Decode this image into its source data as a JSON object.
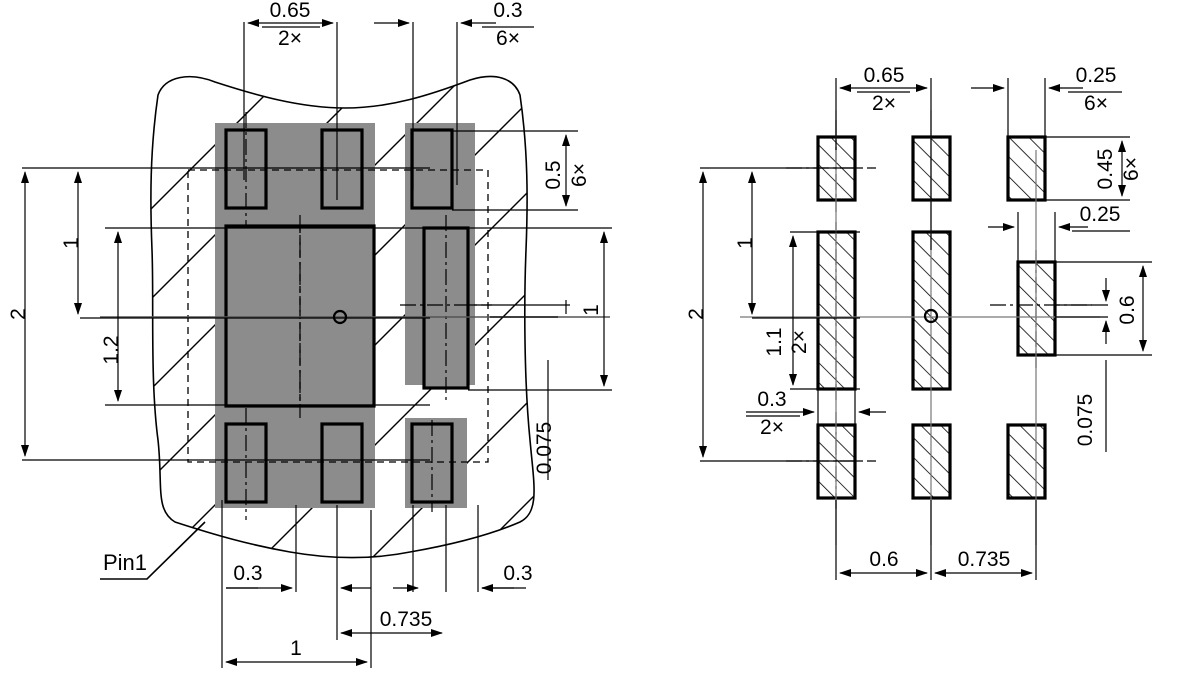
{
  "drawing": {
    "title": "SMD land pattern and solder-paste stencil drawing",
    "units": "mm",
    "origin_marker": "datum-origin-circle",
    "stroke_color": "#000000",
    "pad_fill_color": "#808080",
    "copper_fill_color": "#8c8c8c",
    "background_color": "#ffffff"
  },
  "left_view": {
    "name": "land-pattern-view",
    "pin1_label": "Pin1",
    "dimensions": {
      "top_pitch": {
        "value": "0.65",
        "multiplier": "2×"
      },
      "top_pad_width": {
        "value": "0.3",
        "multiplier": "6×"
      },
      "right_pad_height": {
        "value": "0.5",
        "multiplier": "6×"
      },
      "right_inner_height": {
        "value": "1"
      },
      "right_offset": {
        "value": "0.075"
      },
      "left_overall_height": {
        "value": "2"
      },
      "left_mid_height": {
        "value": "1"
      },
      "left_body_height": {
        "value": "1.2"
      },
      "bottom_left_gap": {
        "value": "0.3"
      },
      "bottom_right_gap": {
        "value": "0.3"
      },
      "bottom_pitch_right": {
        "value": "0.735"
      },
      "bottom_overall_width": {
        "value": "1"
      }
    }
  },
  "right_view": {
    "name": "solder-paste-stencil-view",
    "dimensions": {
      "top_pitch": {
        "value": "0.65",
        "multiplier": "2×"
      },
      "top_aperture_width": {
        "value": "0.25",
        "multiplier": "6×"
      },
      "top_aperture_height": {
        "value": "0.45",
        "multiplier": "6×"
      },
      "mid_aperture_width": {
        "value": "0.25"
      },
      "mid_aperture_height": {
        "value": "0.6"
      },
      "mid_offset": {
        "value": "0.075"
      },
      "left_overall_height": {
        "value": "2"
      },
      "left_mid_height": {
        "value": "1"
      },
      "left_tall_height": {
        "value": "1.1",
        "multiplier": "2×"
      },
      "left_gap": {
        "value": "0.3",
        "multiplier": "2×"
      },
      "bottom_pitch_left": {
        "value": "0.6"
      },
      "bottom_pitch_right": {
        "value": "0.735"
      }
    }
  }
}
